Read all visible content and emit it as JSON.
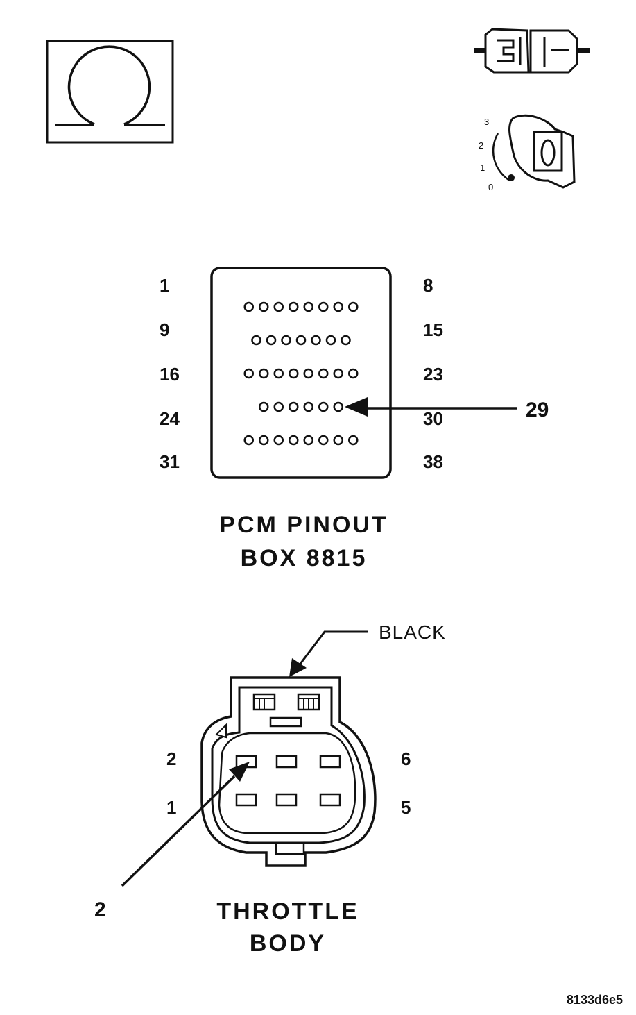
{
  "ohmmeter_icon": "ohm-symbol",
  "disconnect_icon": "connector-disconnect",
  "ignition_icon": "ignition-key-switch",
  "ignition": {
    "positions": [
      "3",
      "2",
      "1",
      "0"
    ]
  },
  "pcm": {
    "title_line1": "PCM PINOUT",
    "title_line2": "BOX 8815",
    "rows": [
      {
        "left": "1",
        "right": "8",
        "pins": 8
      },
      {
        "left": "9",
        "right": "15",
        "pins": 7
      },
      {
        "left": "16",
        "right": "23",
        "pins": 8
      },
      {
        "left": "24",
        "right": "30",
        "pins": 6
      },
      {
        "left": "31",
        "right": "38",
        "pins": 8
      }
    ],
    "callout": "29"
  },
  "throttle_body": {
    "title_line1": "THROTTLE",
    "title_line2": "BODY",
    "color_label": "BLACK",
    "pin_labels": {
      "top_left": "2",
      "bottom_left": "1",
      "top_right": "6",
      "bottom_right": "5"
    },
    "callout": "2"
  },
  "figure_code": "8133d6e5"
}
